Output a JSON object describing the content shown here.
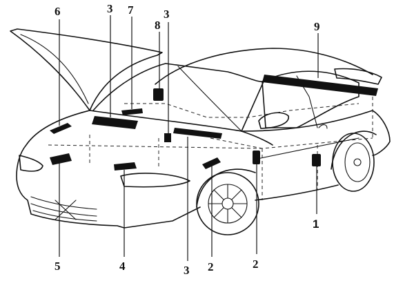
{
  "callouts": {
    "c6": "6",
    "c3a": "3",
    "c7": "7",
    "c3b": "3",
    "c8": "8",
    "c9": "9",
    "c1": "1",
    "c5": "5",
    "c4": "4",
    "c3c": "3",
    "c2a": "2",
    "c2b": "2"
  },
  "colors": {
    "line": "#111111",
    "background": "#ffffff",
    "label_patch": "#111111"
  }
}
